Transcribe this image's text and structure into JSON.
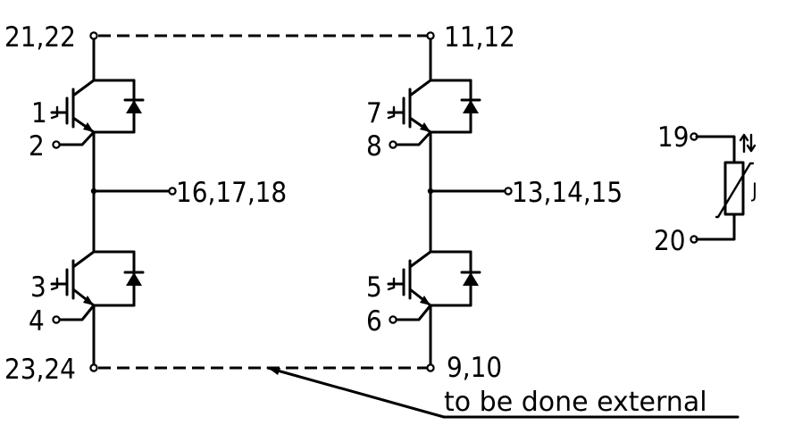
{
  "terminals": {
    "t21_22": "21,22",
    "t11_12": "11,12",
    "t1": "1",
    "t2": "2",
    "t7": "7",
    "t8": "8",
    "t16_17_18": "16,17,18",
    "t13_14_15": "13,14,15",
    "t3": "3",
    "t4": "4",
    "t5": "5",
    "t6": "6",
    "t23_24": "23,24",
    "t9_10": "9,10",
    "t19": "19",
    "t20": "20"
  },
  "thermistor_label": "J",
  "note": "to be done external"
}
